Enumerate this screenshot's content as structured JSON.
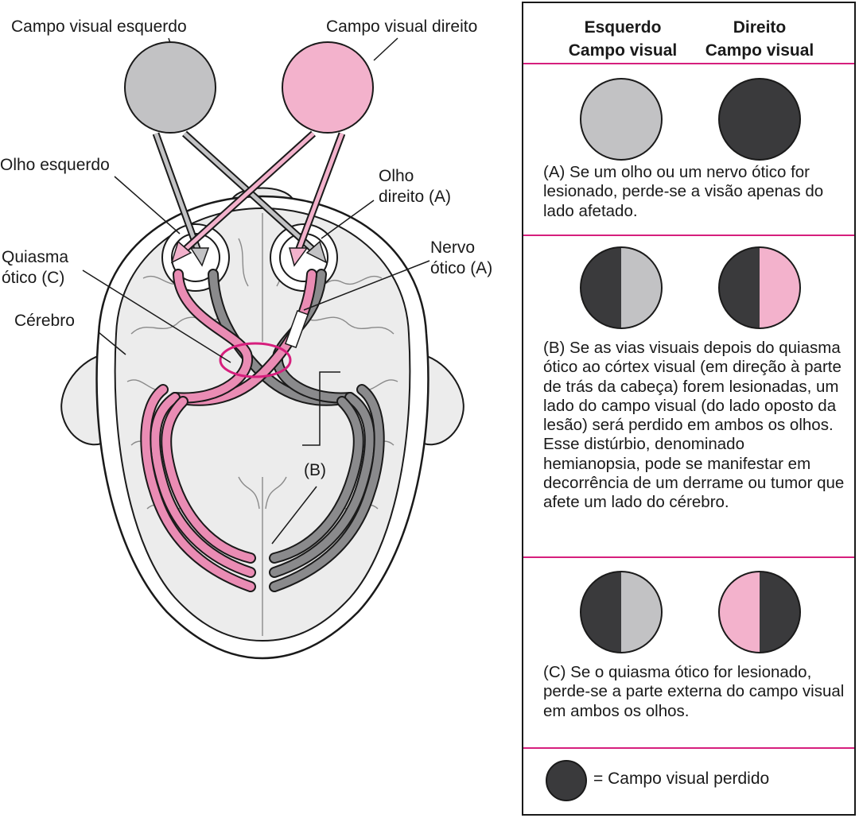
{
  "colors": {
    "gray_field": "#c2c2c4",
    "pink_field": "#f3b2cc",
    "lost_field": "#3a3a3c",
    "pink_path": "#ea8cb4",
    "gray_path": "#8a8a8c",
    "brain": "#ececec",
    "accent": "#d61f7d"
  },
  "diagram": {
    "labels": {
      "left_field": "Campo visual esquerdo",
      "right_field": "Campo visual direito",
      "left_eye": "Olho esquerdo",
      "right_eye_1": "Olho",
      "right_eye_2": "direito (A)",
      "optic_nerve_1": "Nervo",
      "optic_nerve_2": "ótico (A)",
      "chiasm_1": "Quiasma",
      "chiasm_2": "ótico (C)",
      "brain": "Cérebro",
      "b_marker": "(B)"
    }
  },
  "panel": {
    "header_left_1": "Esquerdo",
    "header_left_2": "Campo visual",
    "header_right_1": "Direito",
    "header_right_2": "Campo visual",
    "sections": [
      {
        "left_field": "gray",
        "right_field": "lost",
        "description": "(A) Se um olho ou um nervo ótico for lesionado, perde-se a visão apenas do lado afetado."
      },
      {
        "left_field": "lost-left / gray-right",
        "right_field": "lost-left / pink-right",
        "description": "(B) Se as vias visuais depois do quiasma ótico ao córtex visual (em direção à parte de trás da cabeça) forem lesionadas, um lado do campo visual (do lado oposto da lesão) será perdido em ambos os olhos. Esse distúrbio, denominado hemianopsia, pode se manifestar em decorrência de um derrame ou tumor que afete um lado do cérebro."
      },
      {
        "left_field": "lost-left / gray-right",
        "right_field": "pink-left / lost-right",
        "description": "(C) Se o quiasma ótico for lesionado, perde-se a parte externa do campo visual em ambos os olhos."
      }
    ],
    "legend": "= Campo visual perdido"
  }
}
